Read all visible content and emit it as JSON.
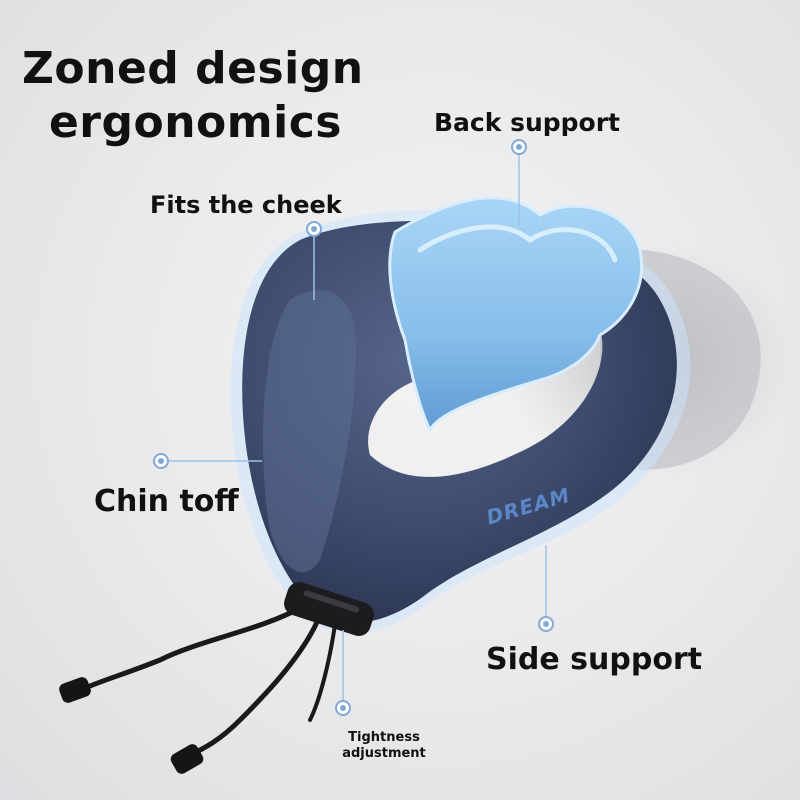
{
  "headline": {
    "line1": "Zoned design",
    "line2": "ergonomics"
  },
  "callouts": {
    "back_support": "Back support",
    "fits_cheek": "Fits the cheek",
    "chin": "Chin toff",
    "side_support": "Side support",
    "tightness_line1": "Tightness",
    "tightness_line2": "adjustment"
  },
  "product": {
    "brand_mark": "DREAM"
  },
  "colors": {
    "pillow_cover": "#3b4a6b",
    "memory_foam": "#8fc3ec",
    "callout_dot": "#7fa9d6",
    "text": "#111111"
  }
}
